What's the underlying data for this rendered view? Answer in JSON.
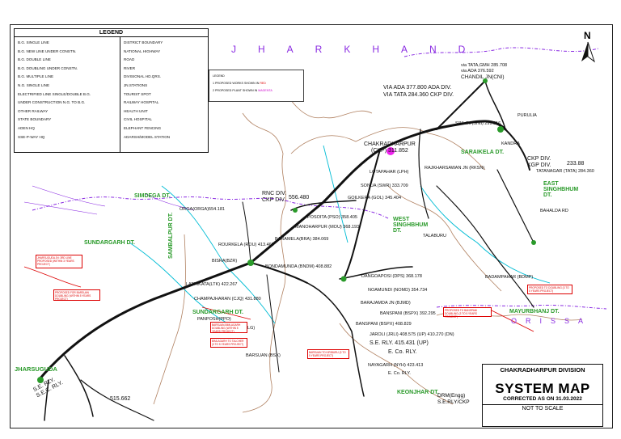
{
  "legend": {
    "title": "LEGEND",
    "left": [
      "B.G. SINGLE LINE",
      "B.G. NEW LINE UNDER CONSTN.",
      "B.G. DOUBLE LINE",
      "B.G. DOUBLING UNDER CONSTN.",
      "B.G. MULTIPLE LINE",
      "N.G. SINGLE LINE",
      "ELECTRIFIED LINE SINGLE/DOUBLE B.G.",
      "UNDER CONSTRUCTION N.G. TO B.G.",
      "OTHER RAILWAY",
      "STATE BOUNDARY",
      "ADEN HQ",
      "SSE-P-WAY HQ"
    ],
    "right": [
      "DISTRICT BOUNDARY",
      "NATIONAL HIGHWAY",
      "ROAD",
      "RIVER",
      "DIVISIONAL HD.QRS.",
      "JN.STATIONS",
      "TOURIST SPOT",
      "RAILWAY HOSPITAL",
      "HEALTH UNIT",
      "CIVIL HOSPITAL",
      "ELEPHANT FENCING",
      "ADARSH/MODEL STATION"
    ]
  },
  "note": {
    "title": "LEGEND",
    "line1_prefix": "1 PROPOSED WORKS SHOWN IN",
    "line1_color": "RED",
    "line2_prefix": "2 PROPOSED PLANT SHOWN IN",
    "line2_color": "MAGENTA"
  },
  "states": {
    "jharkhand": "JHARKHAND",
    "orissa": "ORISSA"
  },
  "districts": {
    "simdega": "SIMDEGA DT.",
    "sundargarh_w": "SUNDARGARH DT.",
    "sundargarh_s": "SUNDARGARH DT.",
    "sambalpur": "SAMBALPUR DT.",
    "saraikela": "SARAIKELA DT.",
    "east_singhbhum": "EAST SINGHBHUM DT.",
    "west_singhbhum": "WEST SINGHBHUM DT.",
    "mayurbhanj": "MAYURBHANJ DT.",
    "keonjhar": "KEONJHAR DT."
  },
  "junctions": {
    "tata_chandil": [
      "via TATA,GMH 285.708",
      "via ADA 376.592",
      "CHANDIL JN(CNI)"
    ],
    "ada_div": [
      "VIA ADA 377.800 ADA DIV.",
      "VIA TATA 284.360 CKP DIV."
    ],
    "ckp_hq": [
      "CHAKRADHARPUR",
      "(CKP) 311.852"
    ],
    "rnc_ckp": [
      "RNC DIV.",
      "CKP DIV."
    ],
    "rnc_km": "556.480",
    "kgp_ckp": [
      "CKP DIV.",
      "KGP DIV."
    ],
    "kgp_km": "233.88",
    "sec_rly_left": [
      "S.E. RLY.",
      "S.E.C. RLY."
    ],
    "sec_km": "515.662",
    "jharsuguda": "JHARSUGUDA",
    "ser_415": "S.E. RLY. 415.431 (UP)",
    "ec_rly": "E. Co. RLY.",
    "nayagarh": "NAYAGARH (NYH) 423.413",
    "ec_rly2": "E. Co. RLY."
  },
  "stations": [
    "ORGA(ORGA)554.181",
    "LOTAPAHAR (LPH)",
    "SONUA (SWR) 333.709",
    "MANOHARPUR (MOU) 368.193",
    "GOILKERA (GOL) 345.404",
    "POSOITA (PSO) 358.405",
    "BARAMELA(BRA) 384.069",
    "BONDAMUNDA (BNDM) 408.882",
    "ROURKELA (ROU) 413.460",
    "LATHIKATA(LTK) 422.267",
    "CHAMPAJHARAN (CJQ) 431.880",
    "PANPOSH(PPO)",
    "BIMLAGARH (BMLG)",
    "BARSUAN (BSX)",
    "DANGOAPOSI (DPS) 368.178",
    "NOAMUNDI (NOMD) 354.734",
    "BARAJAMDA JN (BJMD)",
    "BANSPANI (BSPX) 408.829",
    "JAROLI (JRLI) 408.575 (UP) 410.270 (DN)",
    "PURULIA",
    "KANDRA",
    "SINI JN (SINI) 299.216",
    "RAJKHARSAWAN JN (RKSN)",
    "BAHALDA RD",
    "BADAMPAHAR (BDMP)",
    "TALABURU",
    "BANSPANI (BSPX) 392.295",
    "BISRA(BZR)",
    "TATANAGAR (TATA) 284.360"
  ],
  "red_boxes": [
    "JHARSUGUDA JN: 3RD LINE PROPOSED (WITHIN 3 YEARS PROJECT)",
    "PROPOSED FOR BARSUAN DOUBLING (WITHIN 5 YEARS PROJECT)",
    "BARSUAN-BIMLAGARH DOUBLING (WITHIN 5 YEARS PROJECT)",
    "BIMLAGARH TO TALCHER (3 TO 5 YEARS PROJECT)",
    "BARSUAN TO KIRIBURU (3 TO 5 YEARS PROJECT)",
    "PROPOSED TO BANSPANI DOUBLING (3 TO 5 YEARS PROJECT)",
    "PROPOSED TO DOUBLING (3 TO 5 YEARS PROJECT)"
  ],
  "title_block": {
    "division": "CHAKRADHARPUR DIVISION",
    "title": "SYSTEM MAP",
    "corrected": "CORRECTED AS ON 31.03.2022",
    "scale": "NOT TO SCALE"
  },
  "drm": [
    "DRM(Engg)",
    "S.E.RLY/CKP"
  ],
  "north": "N",
  "colors": {
    "rail": "#111111",
    "state_boundary": "#8a2be2",
    "district_boundary": "#b08060",
    "river": "#00bcd4",
    "district_text": "#2a9a2a",
    "proposed": "#dd0000",
    "plant": "#cc00cc"
  }
}
